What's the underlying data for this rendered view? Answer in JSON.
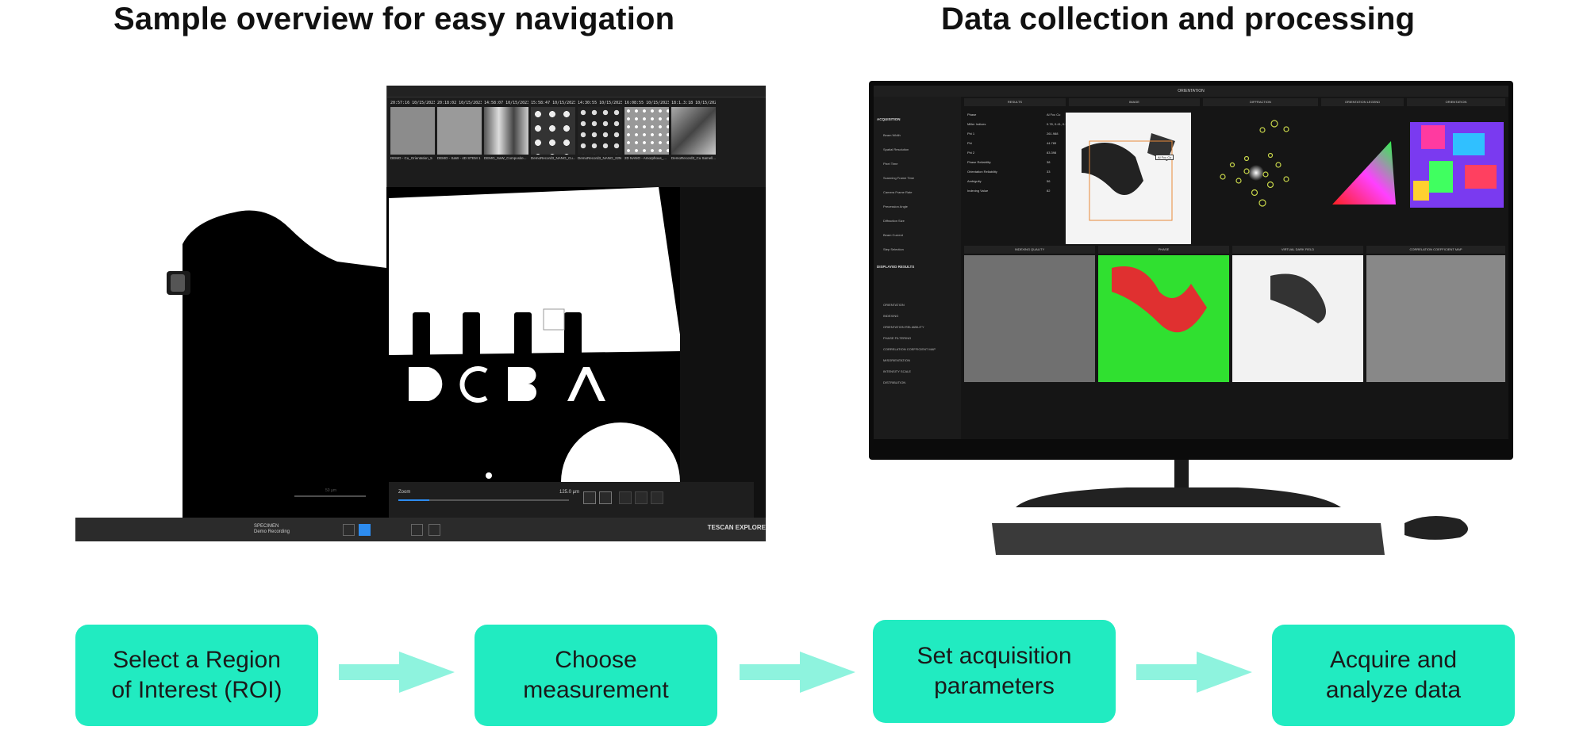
{
  "headings": {
    "left": "Sample overview for easy navigation",
    "right": "Data collection and processing"
  },
  "left_screenshot": {
    "thumbnails": [
      {
        "timestamp": "20:57:16 10/15/2023",
        "caption": "DEMO - Cu_Orientation_5"
      },
      {
        "timestamp": "20:18:02 10/15/2023",
        "caption": "DEMO - SaW - 4D STEM 1"
      },
      {
        "timestamp": "14:58:07 10/15/2023",
        "caption": "DEMO_SaW_Composite..."
      },
      {
        "timestamp": "15:58:47 10/15/2023",
        "caption": "DemoRecord3_NANO_Cu..."
      },
      {
        "timestamp": "14:30:55 10/15/2023",
        "caption": "DemoRecord3_NANO_22N"
      },
      {
        "timestamp": "16:08:55 10/15/2023",
        "caption": "2D NANO - Amorphous_..."
      },
      {
        "timestamp": "18:1.3:18 10/15/2023",
        "caption": "DemoRecord3_Cu Samell..."
      }
    ],
    "zoom_label": "Zoom",
    "zoom_value": "125.0 µm",
    "zoom_level": 0.18,
    "scale_bar": "50 µm",
    "recording_title": "SPECIMEN",
    "recording_subtitle": "Demo Recording",
    "brand": "TESCAN EXPLORE"
  },
  "monitor": {
    "title": "ORIENTATION",
    "sidebar": {
      "section_acquisition": "ACQUISITION",
      "section_results": "DISPLAYED RESULTS",
      "rows": [
        "Beam Width",
        "Spatial Resolution",
        "Pixel Time",
        "Scanning Frame Time",
        "Camera Frame Rate",
        "Precession Angle",
        "Diffraction Size",
        "Beam Current",
        "Step Selection"
      ],
      "list": [
        "ORIENTATION",
        "INDEXING",
        "ORIENTATION RELIABILITY",
        "PHASE FILTERING",
        "CORRELATION COEFFICIENT MAP",
        "MISORIENTATION",
        "INTENSITY SCALE",
        "DISTRIBUTION"
      ]
    },
    "panels": [
      "RESULTS",
      "IMAGE",
      "DIFFRACTION",
      "ORIENTATION LEGEND",
      "ORIENTATION",
      "INDEXING QUALITY",
      "PHASE",
      "VIRTUAL DARK FIELD",
      "CORRELATION COEFFICIENT MAP"
    ],
    "results": [
      {
        "label": "Phase",
        "value": "Al Fcc Cu"
      },
      {
        "label": "Miller Indices",
        "value": "0.78, 0.41, 0.11"
      },
      {
        "label": "Phi 1",
        "value": "261.988"
      },
      {
        "label": "Phi",
        "value": "44.789"
      },
      {
        "label": "Phi 2",
        "value": "83.398"
      },
      {
        "label": "Phase Reliability",
        "value": "38"
      },
      {
        "label": "Orientation Reliability",
        "value": "33"
      },
      {
        "label": "Ambiguity",
        "value": "56"
      },
      {
        "label": "Indexing Value",
        "value": "82"
      }
    ],
    "map_tag": "Al Fcc Cu"
  },
  "steps": [
    {
      "label": "Select a Region\nof Interest (ROI)"
    },
    {
      "label": "Choose\nmeasurement"
    },
    {
      "label": "Set acquisition\nparameters"
    },
    {
      "label": "Acquire and\nanalyze data"
    }
  ],
  "colors": {
    "step_fill": "#21ebc1",
    "arrow_fill": "#8ef3de",
    "accent_blue": "#2d8cf0"
  }
}
